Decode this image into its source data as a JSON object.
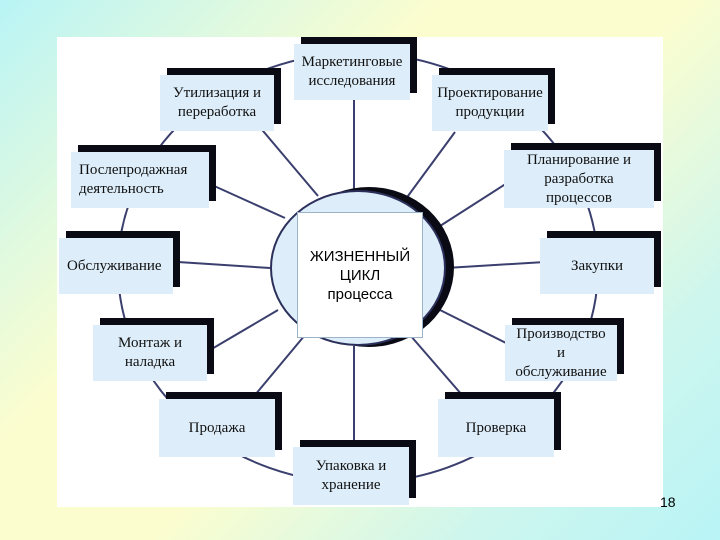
{
  "center": {
    "line1": "ЖИЗНЕННЫЙ",
    "line2": "ЦИКЛ",
    "line3": "процесса"
  },
  "stages": {
    "marketing": "Маркетинговые\nисследования",
    "design": "Проектирование\nпродукции",
    "planning": "Планирование и\nразработка процессов",
    "purchasing": "Закупки",
    "production": "Производство и\nобслуживание",
    "inspection": "Проверка",
    "packaging": "Упаковка и\nхранение",
    "sales": "Продажа",
    "installation": "Монтаж и\nналадка",
    "maintenance": "Обслуживание",
    "after_sales": "Послепродажная\nдеятельность",
    "disposal": "Утилизация и\nпереработка"
  },
  "page_number": "18",
  "colors": {
    "box_fill": "#ddeefa",
    "box_shadow": "#0a0a14",
    "ring_line": "#3a3f6e"
  }
}
